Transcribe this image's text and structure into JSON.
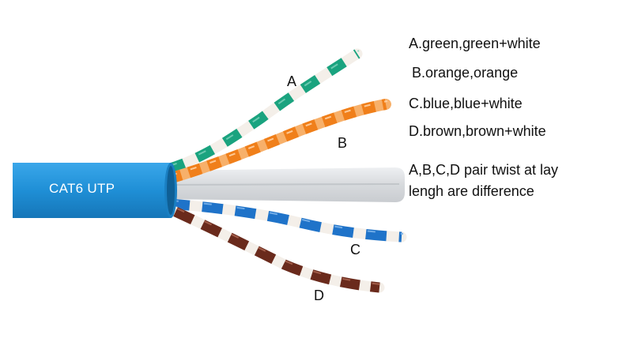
{
  "legend": {
    "pair_a": "A.green,green+white",
    "pair_b": "B.orange,orange",
    "pair_c": "C.blue,blue+white",
    "pair_d": "D.brown,brown+white"
  },
  "note": {
    "line1": "A,B,C,D pair twist at lay",
    "line2": "lengh are difference"
  },
  "pair_letters": {
    "a": "A",
    "b": "B",
    "c": "C",
    "d": "D"
  },
  "cable": {
    "label": "CAT6 UTP"
  },
  "colors": {
    "jacket": "#1f8fd6",
    "green": "#1aa37f",
    "orange": "#f07f1a",
    "blue": "#1f73c9",
    "brown": "#6a2a1c",
    "white_wire": "#f4efe9",
    "separator": "#dcdfe2"
  }
}
